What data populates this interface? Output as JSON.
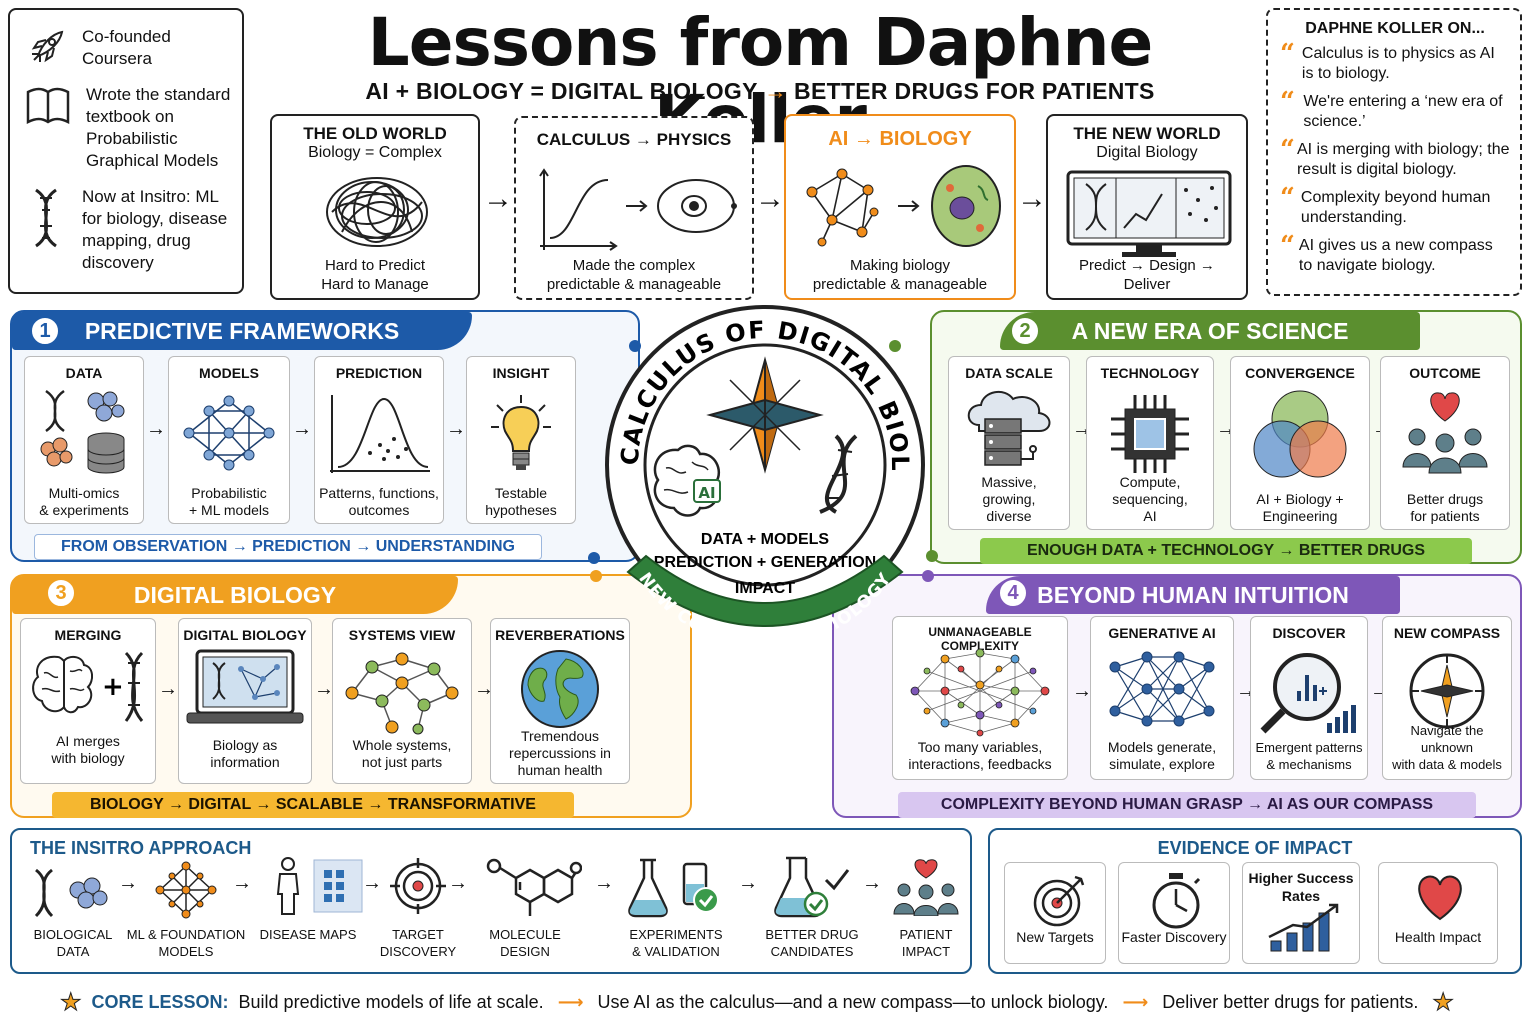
{
  "title": "Lessons from Daphne Koller",
  "subtitle_parts": [
    "AI + BIOLOGY = DIGITAL BIOLOGY",
    "→",
    "BETTER DRUGS FOR PATIENTS"
  ],
  "bio": [
    {
      "icon": "rocket-icon",
      "text": "Co-founded Coursera"
    },
    {
      "icon": "book-icon",
      "text": "Wrote the standard textbook on Probabilistic Graphical Models"
    },
    {
      "icon": "dna-icon",
      "text": "Now at Insitro: ML for biology, disease mapping, drug discovery"
    }
  ],
  "stages": [
    {
      "title": "THE OLD WORLD",
      "sub": "Biology = Complex",
      "caption": "Hard to Predict\nHard to Manage"
    },
    {
      "title": "CALCULUS → PHYSICS",
      "sub": "",
      "caption": "Made the complex\npredictable & manageable"
    },
    {
      "title": "AI → BIOLOGY",
      "sub": "",
      "caption": "Making biology\npredictable & manageable"
    },
    {
      "title": "THE NEW WORLD",
      "sub": "Digital Biology",
      "caption": "Predict → Design →\nDeliver"
    }
  ],
  "quotes": {
    "heading": "DAPHNE KOLLER ON...",
    "items": [
      "Calculus is to physics as AI is to biology.",
      "We're entering a ‘new era of science.’",
      "AI is merging with biology; the result is digital biology.",
      "Complexity beyond human understanding.",
      "AI gives us a new compass to navigate biology."
    ]
  },
  "center": {
    "arc_top": "THE CALCULUS OF DIGITAL BIOLOGY",
    "lines": [
      "DATA + MODELS",
      "PREDICTION + GENERATION",
      "IMPACT"
    ],
    "ribbon": "NEW COMPASS FOR BIOLOGY",
    "ai_label": "AI"
  },
  "panels": [
    {
      "num": "1",
      "title": "PREDICTIVE FRAMEWORKS",
      "color": "#1d5aa8",
      "band": "FROM OBSERVATION → PREDICTION → UNDERSTANDING",
      "cards": [
        {
          "h": "DATA",
          "c": "Multi-omics\n& experiments"
        },
        {
          "h": "MODELS",
          "c": "Probabilistic\n+ ML models"
        },
        {
          "h": "PREDICTION",
          "c": "Patterns, functions,\noutcomes"
        },
        {
          "h": "INSIGHT",
          "c": "Testable\nhypotheses"
        }
      ]
    },
    {
      "num": "2",
      "title": "A NEW ERA OF SCIENCE",
      "color": "#5b8f2f",
      "band": "ENOUGH DATA + TECHNOLOGY → BETTER DRUGS",
      "cards": [
        {
          "h": "DATA SCALE",
          "c": "Massive,\ngrowing,\ndiverse"
        },
        {
          "h": "TECHNOLOGY",
          "c": "Compute,\nsequencing,\nAI"
        },
        {
          "h": "CONVERGENCE",
          "c": "AI + Biology +\nEngineering"
        },
        {
          "h": "OUTCOME",
          "c": "Better drugs\nfor patients"
        }
      ]
    },
    {
      "num": "3",
      "title": "DIGITAL BIOLOGY",
      "color": "#f0a020",
      "band": "BIOLOGY → DIGITAL → SCALABLE → TRANSFORMATIVE",
      "cards": [
        {
          "h": "MERGING",
          "c": "AI merges\nwith biology"
        },
        {
          "h": "DIGITAL BIOLOGY",
          "c": "Biology as\ninformation"
        },
        {
          "h": "SYSTEMS VIEW",
          "c": "Whole systems,\nnot just parts"
        },
        {
          "h": "REVERBERATIONS",
          "c": "Tremendous\nrepercussions in\nhuman health"
        }
      ]
    },
    {
      "num": "4",
      "title": "BEYOND HUMAN INTUITION",
      "color": "#7e57b8",
      "band": "COMPLEXITY BEYOND HUMAN GRASP → AI AS OUR COMPASS",
      "cards": [
        {
          "h": "UNMANAGEABLE COMPLEXITY",
          "c": "Too many variables,\ninteractions, feedbacks"
        },
        {
          "h": "GENERATIVE AI",
          "c": "Models generate,\nsimulate, explore"
        },
        {
          "h": "DISCOVER",
          "c": "Emergent patterns\n& mechanisms"
        },
        {
          "h": "NEW COMPASS",
          "c": "Navigate the unknown\nwith data & models"
        }
      ]
    }
  ],
  "insitro": {
    "title": "THE INSITRO APPROACH",
    "steps": [
      "BIOLOGICAL\nDATA",
      "ML & FOUNDATION\nMODELS",
      "DISEASE MAPS",
      "TARGET\nDISCOVERY",
      "MOLECULE\nDESIGN",
      "EXPERIMENTS\n& VALIDATION",
      "BETTER DRUG\nCANDIDATES",
      "PATIENT\nIMPACT"
    ]
  },
  "evidence": {
    "title": "EVIDENCE OF IMPACT",
    "items": [
      "New Targets",
      "Faster Discovery",
      "Higher Success\nRates",
      "Health Impact"
    ]
  },
  "core": {
    "label": "CORE LESSON:",
    "parts": [
      "Build predictive models of life at scale.",
      "Use AI as the calculus—and a new compass—to unlock biology.",
      "Deliver better drugs for patients."
    ]
  }
}
